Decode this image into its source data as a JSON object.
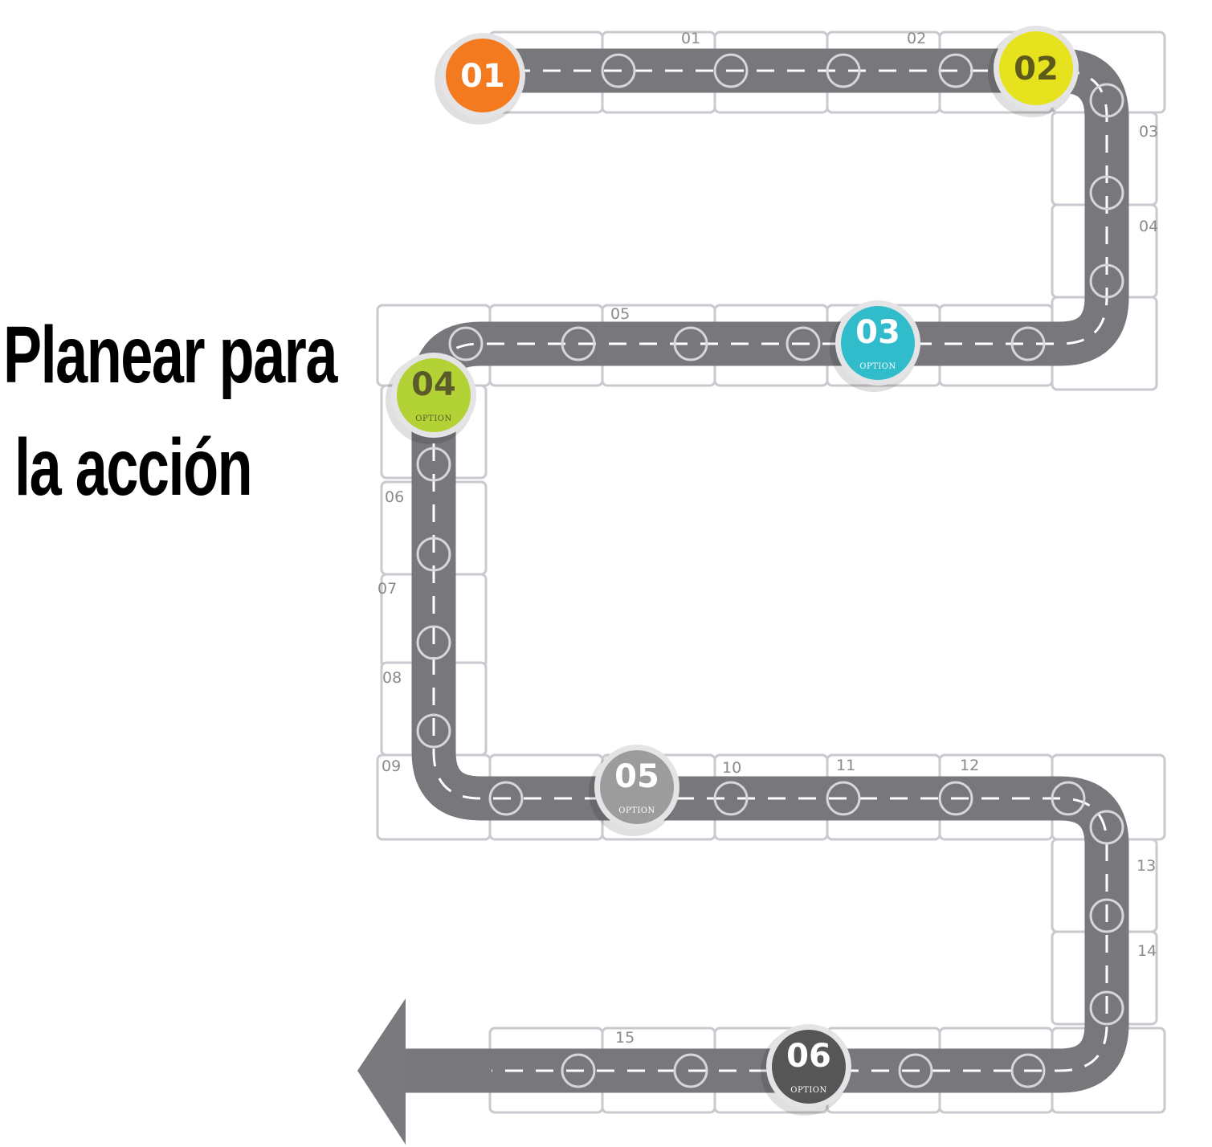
{
  "title": {
    "line1": "Planear para",
    "line2": "la acción"
  },
  "badges": [
    {
      "number": "01",
      "label": "",
      "color": "#f47a20",
      "text_color": "#ffffff"
    },
    {
      "number": "02",
      "label": "",
      "color": "#e6e31e",
      "text_color": "#5e5a1c"
    },
    {
      "number": "03",
      "label": "OPTION",
      "color": "#31bccb",
      "text_color": "#ffffff"
    },
    {
      "number": "04",
      "label": "OPTION",
      "color": "#b2d235",
      "text_color": "#5b5a2a"
    },
    {
      "number": "05",
      "label": "OPTION",
      "color": "#9b9c9b",
      "text_color": "#ffffff"
    },
    {
      "number": "06",
      "label": "OPTION",
      "color": "#565656",
      "text_color": "#ffffff"
    }
  ],
  "segments": [
    "01",
    "02",
    "03",
    "04",
    "05",
    "06",
    "07",
    "08",
    "09",
    "10",
    "11",
    "12",
    "13",
    "14",
    "15"
  ],
  "colors": {
    "road": "#78777c",
    "arrow": "#7a797e",
    "tile_edge": "#c9c9cf"
  }
}
